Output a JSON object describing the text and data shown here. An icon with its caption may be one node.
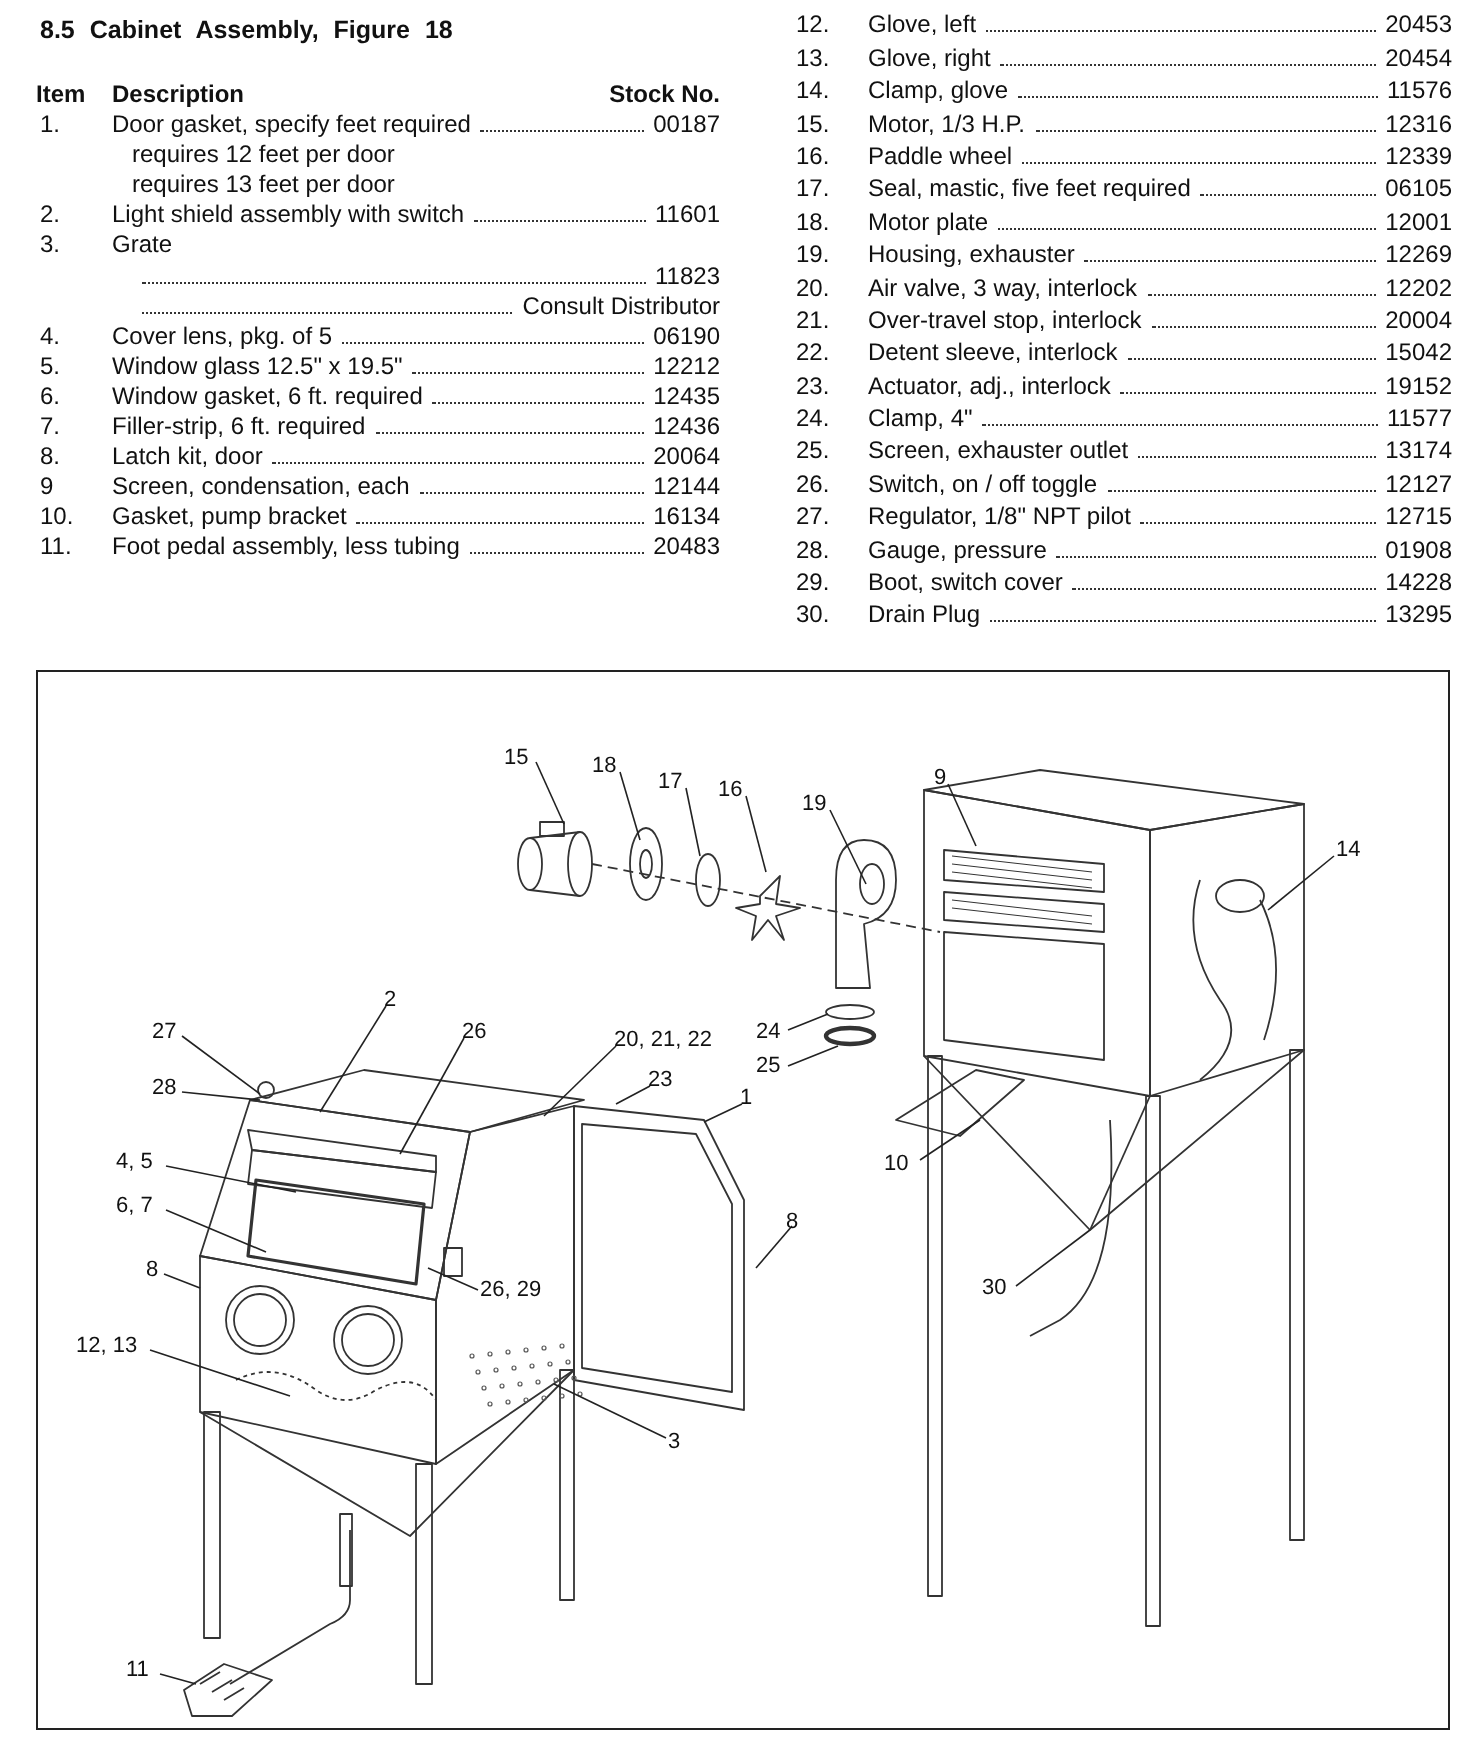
{
  "diagram": {
    "title": "8.5 Cabinet Assembly, Figure 18",
    "nodes": [
      {
        "text": [
          "15"
        ]
      },
      {
        "text": [
          "18"
        ]
      },
      {
        "text": [
          "17"
        ]
      },
      {
        "text": [
          "16"
        ]
      },
      {
        "text": [
          "19"
        ]
      },
      {
        "text": [
          "9"
        ]
      },
      {
        "text": [
          "14"
        ]
      },
      {
        "text": [
          "2"
        ]
      },
      {
        "text": [
          "27"
        ]
      },
      {
        "text": [
          "26"
        ]
      },
      {
        "text": [
          "20, 21, 22"
        ]
      },
      {
        "text": [
          "23"
        ]
      },
      {
        "text": [
          "1"
        ]
      },
      {
        "text": [
          "28"
        ]
      },
      {
        "text": [
          "4, 5"
        ]
      },
      {
        "text": [
          "6, 7"
        ]
      },
      {
        "text": [
          "8"
        ]
      },
      {
        "text": [
          "26, 29"
        ]
      },
      {
        "text": [
          "12, 13"
        ]
      },
      {
        "text": [
          "24"
        ]
      },
      {
        "text": [
          "25"
        ]
      },
      {
        "text": [
          "10"
        ]
      },
      {
        "text": [
          "8"
        ]
      },
      {
        "text": [
          "30"
        ]
      },
      {
        "text": [
          "3"
        ]
      },
      {
        "text": [
          "11"
        ]
      }
    ],
    "edges": [
      {
        "from": 0,
        "to": null,
        "arrow": "none"
      },
      {
        "from": 1,
        "to": null,
        "arrow": "none"
      },
      {
        "from": 2,
        "to": null,
        "arrow": "none"
      },
      {
        "from": 3,
        "to": null,
        "arrow": "none"
      },
      {
        "from": 4,
        "to": null,
        "arrow": "none"
      },
      {
        "from": 5,
        "to": null,
        "arrow": "none"
      },
      {
        "from": 6,
        "to": null,
        "arrow": "none"
      },
      {
        "from": 7,
        "to": null,
        "arrow": "none"
      },
      {
        "from": 8,
        "to": null,
        "arrow": "none"
      },
      {
        "from": 9,
        "to": null,
        "arrow": "none"
      },
      {
        "from": 10,
        "to": null,
        "arrow": "none"
      },
      {
        "from": 11,
        "to": null,
        "arrow": "none"
      },
      {
        "from": 12,
        "to": null,
        "arrow": "none"
      },
      {
        "from": 13,
        "to": null,
        "arrow": "none"
      },
      {
        "from": 14,
        "to": null,
        "arrow": "none"
      },
      {
        "from": 15,
        "to": null,
        "arrow": "none"
      },
      {
        "from": 16,
        "to": null,
        "arrow": "none"
      },
      {
        "from": 17,
        "to": null,
        "arrow": "none"
      },
      {
        "from": 18,
        "to": null,
        "arrow": "none"
      },
      {
        "from": 19,
        "to": null,
        "arrow": "none"
      },
      {
        "from": 20,
        "to": null,
        "arrow": "none"
      },
      {
        "from": 21,
        "to": null,
        "arrow": "none"
      },
      {
        "from": 22,
        "to": null,
        "arrow": "none"
      },
      {
        "from": 23,
        "to": null,
        "arrow": "none"
      },
      {
        "from": 24,
        "to": null,
        "arrow": "none"
      },
      {
        "from": 25,
        "to": null,
        "arrow": "none"
      }
    ],
    "labels": [
      "Item",
      "Description",
      "Stock No.",
      "1.",
      "Door gasket, specify feet required",
      "00187",
      "requires 12 feet per door",
      "requires 13 feet per door",
      "2.",
      "Light shield assembly with switch",
      "11601",
      "3.",
      "Grate",
      "11823",
      "Consult Distributor",
      "4.",
      "Cover lens, pkg. of 5",
      "06190",
      "5.",
      "Window glass 12.5\" x 19.5\"",
      "12212",
      "6.",
      "Window gasket, 6 ft. required",
      "12435",
      "7.",
      "Filler-strip, 6 ft. required",
      "12436",
      "8.",
      "Latch kit, door",
      "20064",
      "9",
      "Screen, condensation, each",
      "12144",
      "10.",
      "Gasket, pump bracket",
      "16134",
      "11.",
      "Foot pedal assembly, less tubing",
      "20483",
      "12.",
      "Glove, left",
      "20453",
      "13.",
      "Glove, right",
      "20454",
      "14.",
      "Clamp, glove",
      "11576",
      "15.",
      "Motor, 1/3 H.P.",
      "12316",
      "16.",
      "Paddle wheel",
      "12339",
      "17.",
      "Seal, mastic, five feet required",
      "06105",
      "18.",
      "Motor plate",
      "12001",
      "19.",
      "Housing, exhauster",
      "12269",
      "20.",
      "Air valve, 3 way, interlock",
      "12202",
      "21.",
      "Over-travel stop, interlock",
      "20004",
      "22.",
      "Detent sleeve, interlock",
      "15042",
      "23.",
      "Actuator, adj., interlock",
      "19152",
      "24.",
      "Clamp, 4\"",
      "11577",
      "25.",
      "Screen, exhauster outlet",
      "13174",
      "26.",
      "Switch, on / off toggle",
      "12127",
      "27.",
      "Regulator, 1/8\" NPT pilot",
      "12715",
      "28.",
      "Gauge, pressure",
      "01908",
      "29.",
      "Boot, switch cover",
      "14228",
      "30.",
      "Drain Plug",
      "13295"
    ]
  }
}
